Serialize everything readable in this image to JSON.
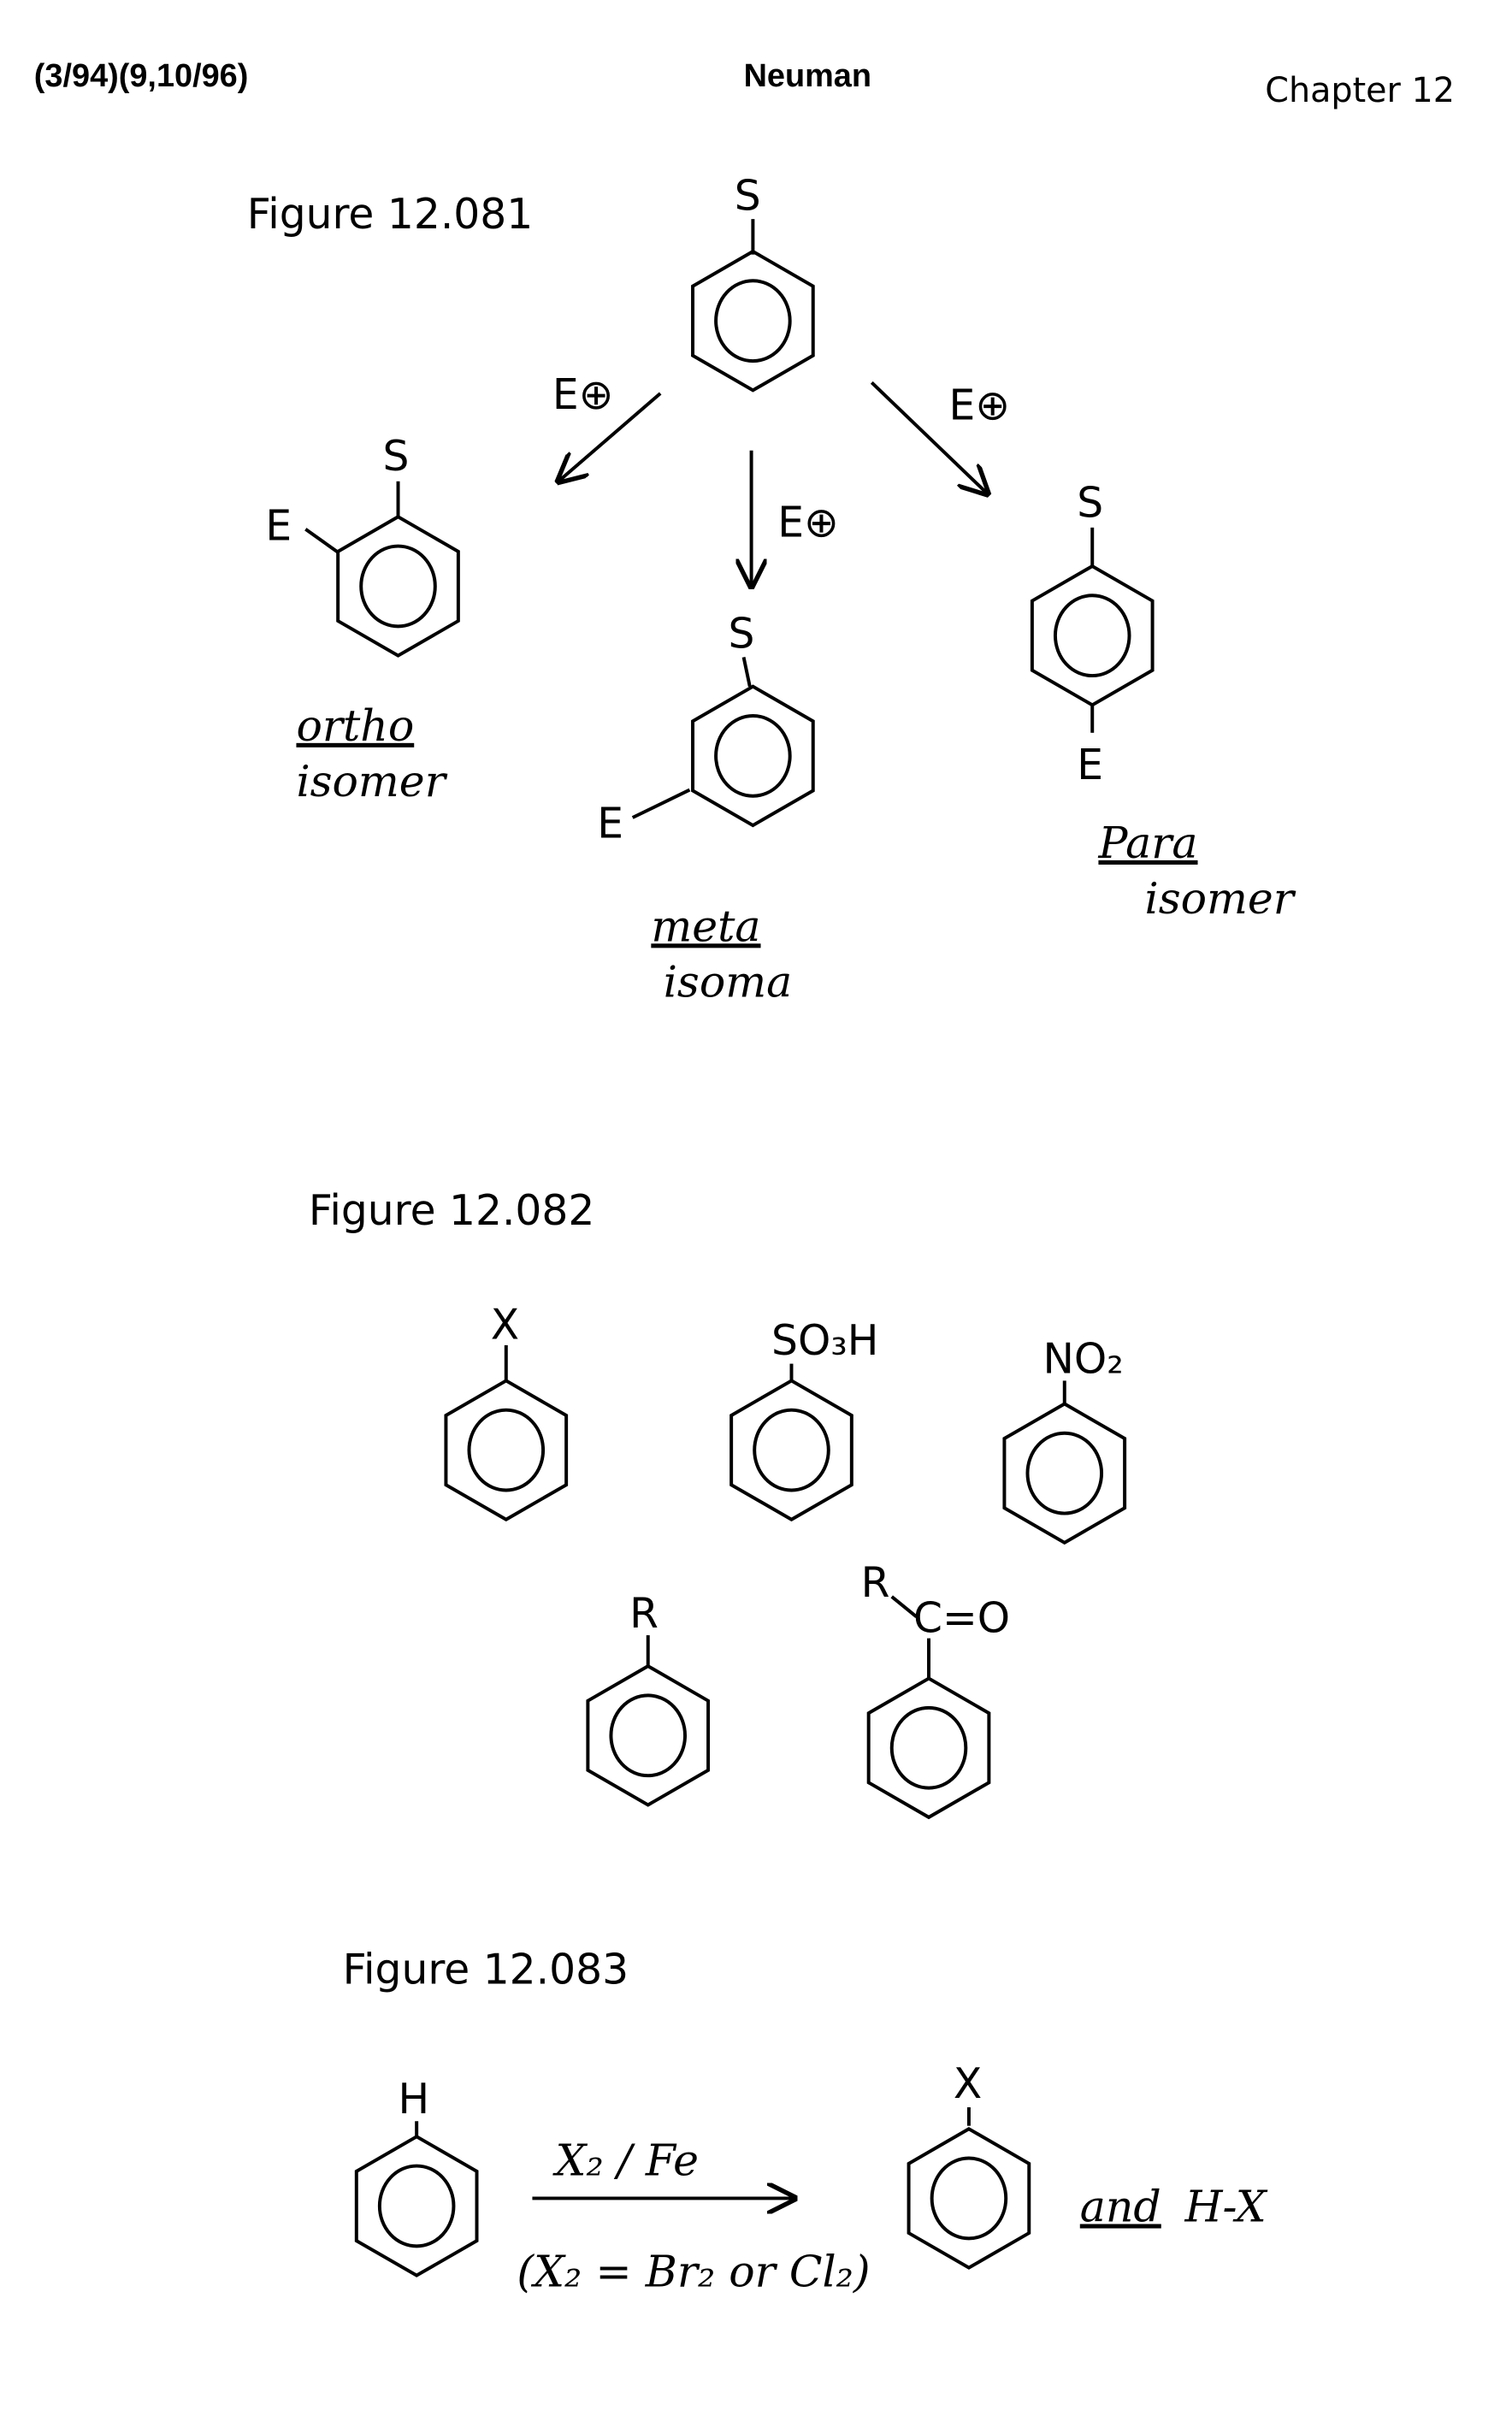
{
  "header": {
    "dates": "(3/94)(9,10/96)",
    "author": "Neuman",
    "chapter": "Chapter 12"
  },
  "figure_081": {
    "label": "Figure 12.081",
    "reactant_substituent": "S",
    "reagent": "E⊕",
    "ortho": {
      "substituent": "S",
      "electrophile": "E",
      "name": "ortho",
      "word": "isomer"
    },
    "meta": {
      "substituent": "S",
      "electrophile": "E",
      "name": "meta",
      "word": "isoma"
    },
    "para": {
      "substituent": "S",
      "electrophile": "E",
      "name": "Para",
      "word": "isomer"
    }
  },
  "figure_082": {
    "label": "Figure 12.082",
    "substituents": [
      "X",
      "SO₃H",
      "NO₂",
      "R",
      "R",
      "C=O"
    ]
  },
  "figure_083": {
    "label": "Figure 12.083",
    "reactant_substituent": "H",
    "reagent": "X₂ / Fe",
    "condition": "(X₂ = Br₂ or Cl₂)",
    "product_substituent": "X",
    "byproduct_conj": "and",
    "byproduct": "H-X"
  }
}
